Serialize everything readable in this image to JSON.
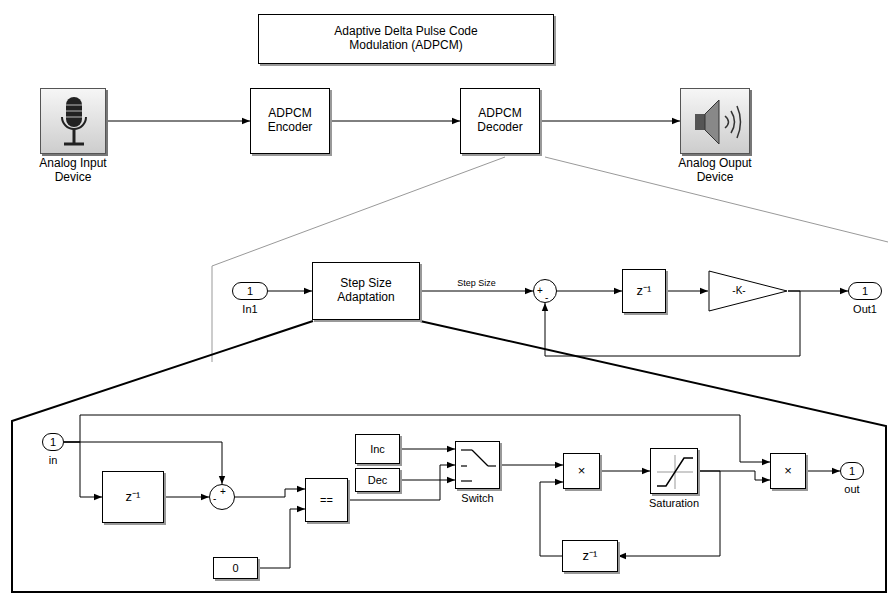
{
  "diagram": {
    "nodes": [
      {
        "text": [
          "Adaptive Delta Pulse Code Modulation (ADPCM)"
        ]
      },
      {
        "text": [
          "Analog Input Device"
        ]
      },
      {
        "text": [
          "ADPCM Encoder"
        ]
      },
      {
        "text": [
          "ADPCM Decoder"
        ]
      },
      {
        "text": [
          "Analog Ouput Device"
        ]
      },
      {
        "text": [
          "1",
          "In1"
        ]
      },
      {
        "text": [
          "Step Size Adaptation"
        ]
      },
      {
        "text": [
          "+",
          "-"
        ]
      },
      {
        "text": [
          "z⁻¹"
        ]
      },
      {
        "text": [
          "-K-"
        ]
      },
      {
        "text": [
          "1",
          "Out1"
        ]
      },
      {
        "text": [
          "1",
          "in"
        ]
      },
      {
        "text": [
          "z⁻¹"
        ]
      },
      {
        "text": [
          "+",
          "-"
        ]
      },
      {
        "text": [
          "0"
        ]
      },
      {
        "text": [
          "=="
        ]
      },
      {
        "text": [
          "Inc"
        ]
      },
      {
        "text": [
          "Dec"
        ]
      },
      {
        "text": [
          "Switch"
        ]
      },
      {
        "text": [
          "×"
        ]
      },
      {
        "text": [
          "Saturation"
        ]
      },
      {
        "text": [
          "z⁻¹"
        ]
      },
      {
        "text": [
          "×"
        ]
      },
      {
        "text": [
          "1",
          "out"
        ]
      }
    ],
    "edges": [
      {
        "from": 1,
        "to": 2,
        "arrow": "to"
      },
      {
        "from": 2,
        "to": 3,
        "arrow": "to"
      },
      {
        "from": 3,
        "to": 4,
        "arrow": "to"
      },
      {
        "from": 5,
        "to": 6,
        "arrow": "to"
      },
      {
        "from": 6,
        "to": 7,
        "label": "Step Size",
        "arrow": "to"
      },
      {
        "from": 7,
        "to": 8,
        "arrow": "to"
      },
      {
        "from": 8,
        "to": 9,
        "arrow": "to"
      },
      {
        "from": 9,
        "to": 10,
        "arrow": "to"
      },
      {
        "from": 9,
        "to": 7,
        "arrow": "to"
      },
      {
        "from": 11,
        "to": 13,
        "arrow": "to"
      },
      {
        "from": 11,
        "to": 12,
        "arrow": "to"
      },
      {
        "from": 12,
        "to": 13,
        "arrow": "to"
      },
      {
        "from": 13,
        "to": 15,
        "arrow": "to"
      },
      {
        "from": 14,
        "to": 15,
        "arrow": "to"
      },
      {
        "from": 16,
        "to": 18,
        "arrow": "to"
      },
      {
        "from": 15,
        "to": 18,
        "arrow": "to"
      },
      {
        "from": 17,
        "to": 18,
        "arrow": "to"
      },
      {
        "from": 18,
        "to": 19,
        "arrow": "to"
      },
      {
        "from": 19,
        "to": 20,
        "arrow": "to"
      },
      {
        "from": 20,
        "to": 21,
        "arrow": "to"
      },
      {
        "from": 21,
        "to": 19,
        "arrow": "to"
      },
      {
        "from": 20,
        "to": 22,
        "arrow": "to"
      },
      {
        "from": 11,
        "to": 22,
        "arrow": "to"
      },
      {
        "from": 22,
        "to": 23,
        "arrow": "to"
      }
    ]
  }
}
